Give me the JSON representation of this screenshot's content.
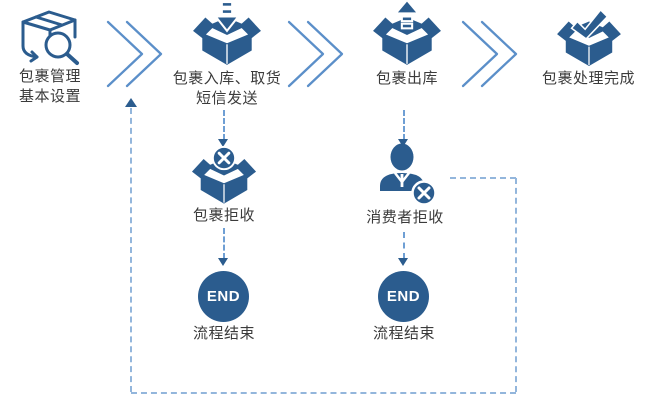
{
  "colors": {
    "primary": "#2b5c8e",
    "chevron": "#5b8fc9",
    "connector": "#6f9fd4",
    "loop": "#93b6dc",
    "text": "#3b3b3b",
    "background": "#ffffff"
  },
  "flow": {
    "steps": [
      {
        "icon": "package-search-icon",
        "lines": [
          "包裹管理",
          "基本设置"
        ]
      },
      {
        "icon": "box-inbound-icon",
        "lines": [
          "包裹入库、取货",
          "短信发送"
        ]
      },
      {
        "icon": "box-outbound-icon",
        "lines": [
          "包裹出库"
        ]
      },
      {
        "icon": "box-complete-icon",
        "lines": [
          "包裹处理完成"
        ]
      }
    ],
    "branches": [
      {
        "icon": "box-rejected-icon",
        "label": "包裹拒收",
        "end_badge": "END",
        "end_label": "流程结束"
      },
      {
        "icon": "consumer-rejected-icon",
        "label": "消费者拒收",
        "end_badge": "END",
        "end_label": "流程结束"
      }
    ]
  }
}
